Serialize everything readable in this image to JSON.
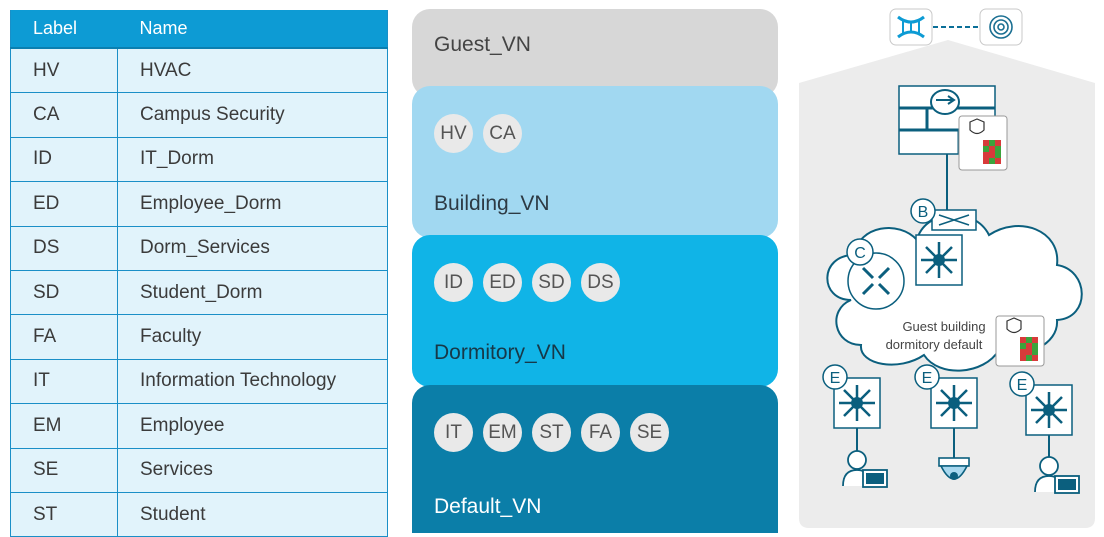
{
  "table": {
    "headers": {
      "label": "Label",
      "name": "Name"
    },
    "rows": [
      {
        "label": "HV",
        "name": "HVAC"
      },
      {
        "label": "CA",
        "name": "Campus Security"
      },
      {
        "label": "ID",
        "name": "IT_Dorm"
      },
      {
        "label": "ED",
        "name": "Employee_Dorm"
      },
      {
        "label": "DS",
        "name": "Dorm_Services"
      },
      {
        "label": "SD",
        "name": "Student_Dorm"
      },
      {
        "label": "FA",
        "name": "Faculty"
      },
      {
        "label": "IT",
        "name": "Information Technology"
      },
      {
        "label": "EM",
        "name": "Employee"
      },
      {
        "label": "SE",
        "name": "Services"
      },
      {
        "label": "ST",
        "name": "Student"
      }
    ]
  },
  "vns": {
    "guest": {
      "label": "Guest_VN",
      "pills": []
    },
    "building": {
      "label": "Building_VN",
      "pills": [
        "HV",
        "CA"
      ]
    },
    "dormitory": {
      "label": "Dormitory_VN",
      "pills": [
        "ID",
        "ED",
        "SD",
        "DS"
      ]
    },
    "default": {
      "label": "Default_VN",
      "pills": [
        "IT",
        "EM",
        "ST",
        "FA",
        "SE"
      ]
    }
  },
  "network": {
    "cloud_text_1": "Guest building",
    "cloud_text_2": "dormitory default",
    "node_b": "B",
    "node_c": "C",
    "node_e": "E"
  }
}
